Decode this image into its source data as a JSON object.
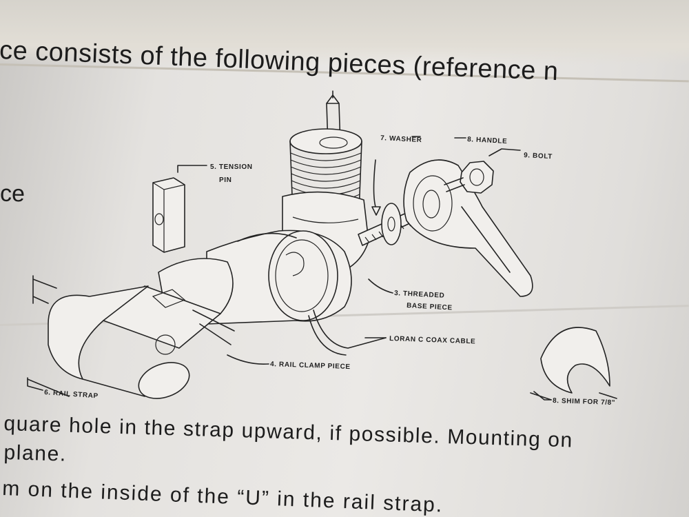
{
  "document": {
    "heading": "ce consists of the following pieces (reference n",
    "side_fragment": "ce",
    "body_lines": [
      "quare hole in the strap upward, if possible. Mounting on",
      "plane.",
      "m on the inside of the “U” in the rail strap."
    ]
  },
  "diagram": {
    "labels": {
      "tension_pin_1": "5. TENSION",
      "tension_pin_2": "PIN",
      "washer": "7. WASHER",
      "handle": "8. HANDLE",
      "bolt": "9. BOLT",
      "threaded_base_1": "3. THREADED",
      "threaded_base_2": "BASE PIECE",
      "coax_cable": "LORAN C COAX CABLE",
      "rail_clamp": "4. RAIL CLAMP PIECE",
      "rail_strap": "6. RAIL STRAP",
      "shim": "8. SHIM FOR 7/8\""
    }
  }
}
